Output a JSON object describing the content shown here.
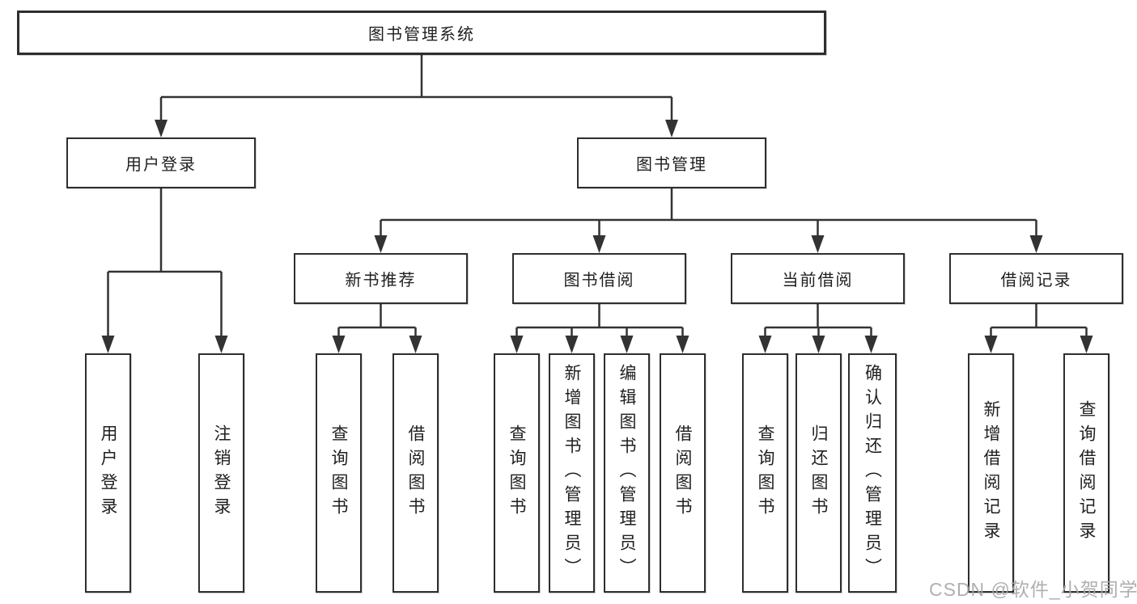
{
  "diagram": {
    "root": {
      "label": "图书管理系统"
    },
    "user_login": {
      "label": "用户登录",
      "children": [
        {
          "label": "用户登录"
        },
        {
          "label": "注销登录"
        }
      ]
    },
    "book_management": {
      "label": "图书管理",
      "groups": [
        {
          "label": "新书推荐",
          "children": [
            {
              "label": "查询图书"
            },
            {
              "label": "借阅图书"
            }
          ]
        },
        {
          "label": "图书借阅",
          "children": [
            {
              "label": "查询图书"
            },
            {
              "label": "新增图书（管理员）"
            },
            {
              "label": "编辑图书（管理员）"
            },
            {
              "label": "借阅图书"
            }
          ]
        },
        {
          "label": "当前借阅",
          "children": [
            {
              "label": "查询图书"
            },
            {
              "label": "归还图书"
            },
            {
              "label": "确认归还（管理员）"
            }
          ]
        },
        {
          "label": "借阅记录",
          "children": [
            {
              "label": "新增借阅记录"
            },
            {
              "label": "查询借阅记录"
            }
          ]
        }
      ]
    }
  },
  "watermark": {
    "text": "CSDN @软件_小贺同学"
  },
  "colors": {
    "line": "#333333",
    "box_border": "#2e2e2e",
    "text": "#1f1f1f",
    "background": "#ffffff",
    "watermark": "#a9a9a9"
  }
}
